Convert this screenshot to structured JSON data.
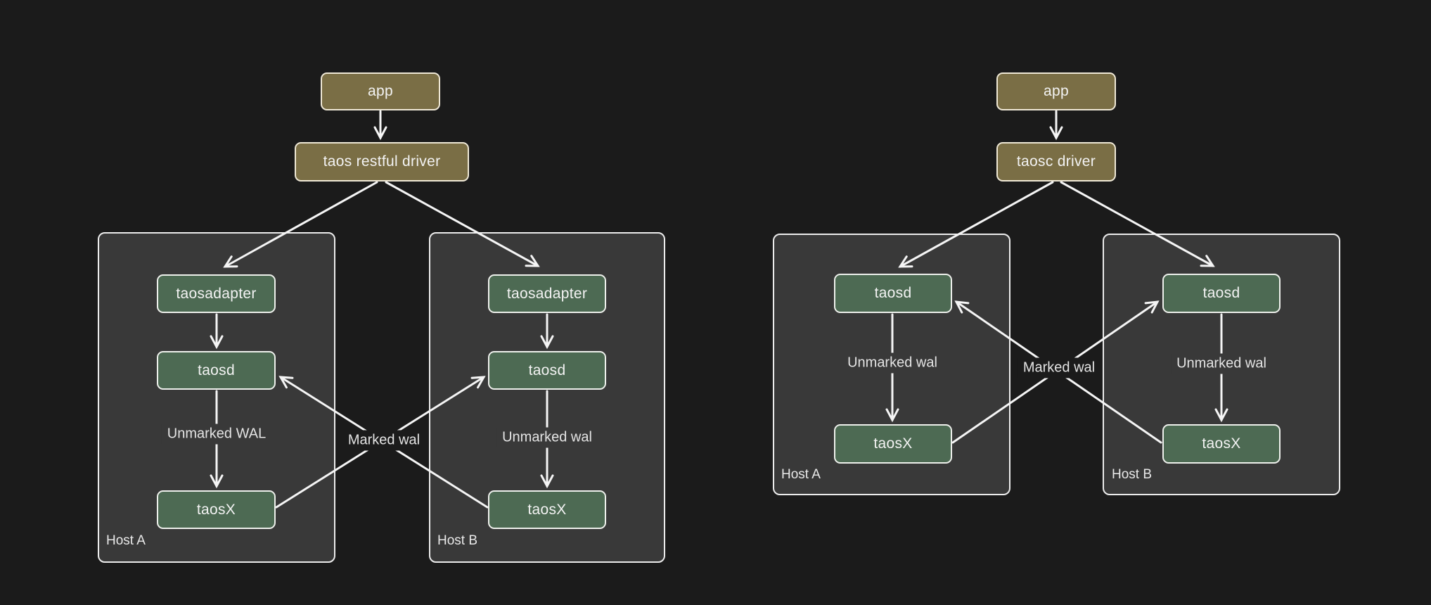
{
  "colors": {
    "background": "#1b1b1b",
    "host_fill": "#393939",
    "host_border": "#ececec",
    "node_green_fill": "#4d6a53",
    "node_olive_fill": "#7a6e45",
    "arrow_stroke": "#f5f5f5",
    "text": "#f2f2f2"
  },
  "left": {
    "app": "app",
    "driver": "taos restful driver",
    "marked_wal": "Marked wal",
    "host_a": {
      "label": "Host A",
      "nodes": [
        "taosadapter",
        "taosd",
        "taosX"
      ],
      "wal_label": "Unmarked WAL"
    },
    "host_b": {
      "label": "Host B",
      "nodes": [
        "taosadapter",
        "taosd",
        "taosX"
      ],
      "wal_label": "Unmarked wal"
    }
  },
  "right": {
    "app": "app",
    "driver": "taosc driver",
    "marked_wal": "Marked wal",
    "host_a": {
      "label": "Host A",
      "nodes": [
        "taosd",
        "taosX"
      ],
      "wal_label": "Unmarked wal"
    },
    "host_b": {
      "label": "Host B",
      "nodes": [
        "taosd",
        "taosX"
      ],
      "wal_label": "Unmarked wal"
    }
  }
}
